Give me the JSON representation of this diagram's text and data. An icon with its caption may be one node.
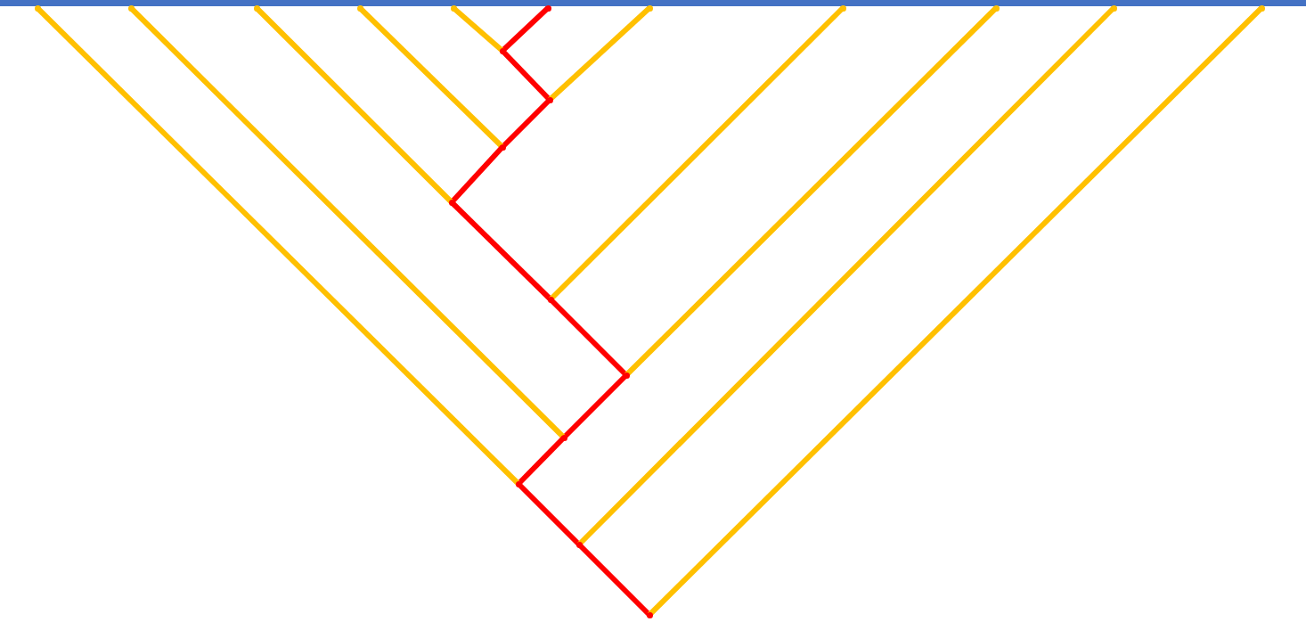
{
  "diagram": {
    "nodes": [
      {
        "text": [],
        "shape": "point"
      },
      {
        "text": [],
        "shape": "point"
      },
      {
        "text": [],
        "shape": "point"
      },
      {
        "text": [],
        "shape": "point"
      },
      {
        "text": [],
        "shape": "point"
      },
      {
        "text": [],
        "shape": "point"
      },
      {
        "text": [],
        "shape": "point"
      },
      {
        "text": [],
        "shape": "point"
      },
      {
        "text": [],
        "shape": "point"
      },
      {
        "text": [],
        "shape": "point"
      },
      {
        "text": [],
        "shape": "point"
      },
      {
        "text": [],
        "shape": "point"
      },
      {
        "text": [],
        "shape": "point"
      },
      {
        "text": [],
        "shape": "point"
      },
      {
        "text": [],
        "shape": "point"
      },
      {
        "text": [],
        "shape": "point"
      },
      {
        "text": [],
        "shape": "point"
      },
      {
        "text": [],
        "shape": "point"
      },
      {
        "text": [],
        "shape": "point"
      },
      {
        "text": [],
        "shape": "point"
      },
      {
        "text": [],
        "shape": "point"
      }
    ],
    "edges": [
      {
        "from": 5,
        "to": 11,
        "arrow": "none",
        "color": "#ff0000"
      },
      {
        "from": 4,
        "to": 11,
        "arrow": "none",
        "color": "#ffc000"
      },
      {
        "from": 11,
        "to": 12,
        "arrow": "none",
        "color": "#ff0000"
      },
      {
        "from": 6,
        "to": 12,
        "arrow": "none",
        "color": "#ffc000"
      },
      {
        "from": 12,
        "to": 13,
        "arrow": "none",
        "color": "#ff0000"
      },
      {
        "from": 3,
        "to": 13,
        "arrow": "none",
        "color": "#ffc000"
      },
      {
        "from": 13,
        "to": 14,
        "arrow": "none",
        "color": "#ff0000"
      },
      {
        "from": 2,
        "to": 14,
        "arrow": "none",
        "color": "#ffc000"
      },
      {
        "from": 14,
        "to": 15,
        "arrow": "none",
        "color": "#ff0000"
      },
      {
        "from": 7,
        "to": 15,
        "arrow": "none",
        "color": "#ffc000"
      },
      {
        "from": 15,
        "to": 16,
        "arrow": "none",
        "color": "#ff0000"
      },
      {
        "from": 8,
        "to": 16,
        "arrow": "none",
        "color": "#ffc000"
      },
      {
        "from": 16,
        "to": 17,
        "arrow": "none",
        "color": "#ff0000"
      },
      {
        "from": 1,
        "to": 17,
        "arrow": "none",
        "color": "#ffc000"
      },
      {
        "from": 17,
        "to": 18,
        "arrow": "none",
        "color": "#ff0000"
      },
      {
        "from": 0,
        "to": 18,
        "arrow": "none",
        "color": "#ffc000"
      },
      {
        "from": 18,
        "to": 19,
        "arrow": "none",
        "color": "#ff0000"
      },
      {
        "from": 9,
        "to": 19,
        "arrow": "none",
        "color": "#ffc000"
      },
      {
        "from": 19,
        "to": 20,
        "arrow": "none",
        "color": "#ff0000"
      },
      {
        "from": 10,
        "to": 20,
        "arrow": "none",
        "color": "#ffc000"
      }
    ]
  }
}
